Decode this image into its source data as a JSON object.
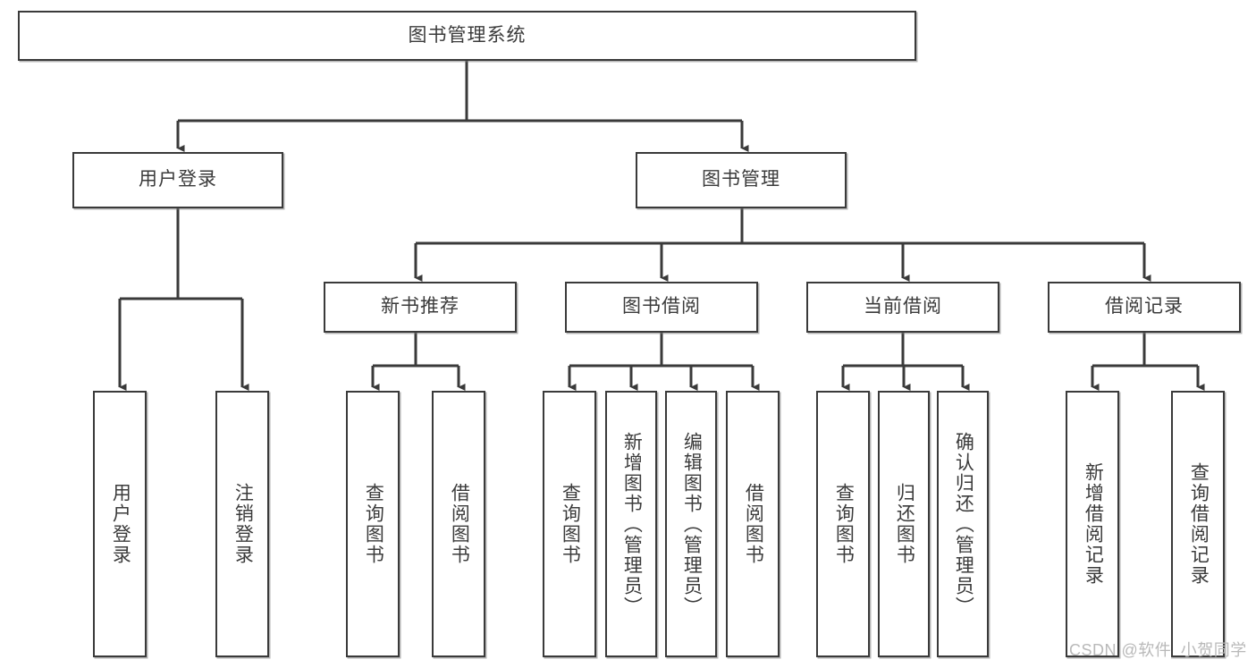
{
  "diagram": {
    "type": "hierarchy-tree",
    "title": "图书管理系统",
    "watermark": "CSDN @软件_小贺同学",
    "colors": {
      "box_border": "#3a3a3a",
      "box_fill": "#ffffff",
      "text": "#3b3b3b",
      "connector": "#3a3a3a",
      "watermark": "#b9b9b9"
    },
    "nodes": {
      "root": {
        "label": "图书管理系统",
        "level": 1
      },
      "l2": [
        {
          "id": "user-login",
          "label": "用户登录",
          "level": 2
        },
        {
          "id": "book-management",
          "label": "图书管理",
          "level": 2
        }
      ],
      "l3": [
        {
          "id": "new-book-recommend",
          "label": "新书推荐",
          "level": 3
        },
        {
          "id": "book-borrow",
          "label": "图书借阅",
          "level": 3
        },
        {
          "id": "current-borrow",
          "label": "当前借阅",
          "level": 3
        },
        {
          "id": "borrow-record",
          "label": "借阅记录",
          "level": 3
        }
      ],
      "leaves": {
        "user-login": [
          {
            "id": "leaf-user-login",
            "label": "用户登录"
          },
          {
            "id": "leaf-logout-login",
            "label": "注销登录"
          }
        ],
        "new-book-recommend": [
          {
            "id": "leaf-query-book-1",
            "label": "查询图书"
          },
          {
            "id": "leaf-borrow-book-1",
            "label": "借阅图书"
          }
        ],
        "book-borrow": [
          {
            "id": "leaf-query-book-2",
            "label": "查询图书"
          },
          {
            "id": "leaf-add-book-admin",
            "label": "新增图书（管理员）"
          },
          {
            "id": "leaf-edit-book-admin",
            "label": "编辑图书（管理员）"
          },
          {
            "id": "leaf-borrow-book-2",
            "label": "借阅图书"
          }
        ],
        "current-borrow": [
          {
            "id": "leaf-query-book-3",
            "label": "查询图书"
          },
          {
            "id": "leaf-return-book",
            "label": "归还图书"
          },
          {
            "id": "leaf-confirm-return-admin",
            "label": "确认归还（管理员）"
          }
        ],
        "borrow-record": [
          {
            "id": "leaf-add-borrow-record",
            "label": "新增借阅记录"
          },
          {
            "id": "leaf-query-borrow-record",
            "label": "查询借阅记录"
          }
        ]
      }
    }
  }
}
